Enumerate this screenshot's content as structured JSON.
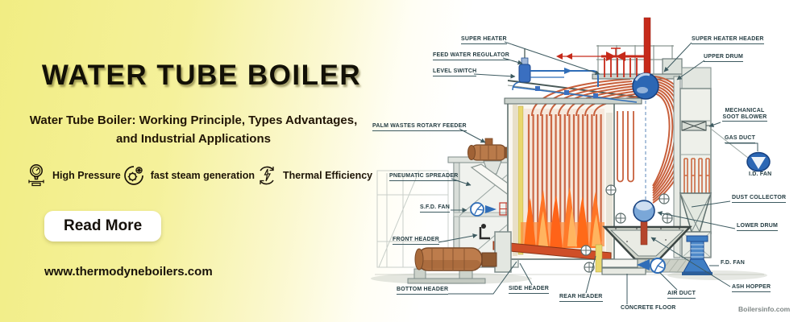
{
  "left_panel": {
    "title": "WATER TUBE BOILER",
    "subtitle_line1": "Water Tube Boiler: Working Principle, Types Advantages,",
    "subtitle_line2": "and Industrial Applications",
    "features": [
      {
        "icon": "pressure-gauge-icon",
        "label": "High Pressure"
      },
      {
        "icon": "steam-gear-icon",
        "label": "fast steam generation"
      },
      {
        "icon": "thermal-efficiency-icon",
        "label": "Thermal Efficiency"
      }
    ],
    "cta_label": "Read More",
    "website": "www.thermodyneboilers.com"
  },
  "diagram": {
    "labels": {
      "super_heater": "SUPER HEATER",
      "feed_water_regulator": "FEED WATER REGULATOR",
      "level_switch": "LEVEL SWITCH",
      "palm_wastes_rotary_feeder": "PALM WASTES ROTARY FEEDER",
      "pneumatic_spreader": "PNEUMATIC SPREADER",
      "sfd_fan": "S.F.D. FAN",
      "front_header": "FRONT HEADER",
      "bottom_header": "BOTTOM HEADER",
      "side_header": "SIDE HEADER",
      "rear_header": "REAR HEADER",
      "concrete_floor": "CONCRETE FLOOR",
      "air_duct": "AIR DUCT",
      "super_heater_header": "SUPER HEATER HEADER",
      "upper_drum": "UPPER DRUM",
      "mechanical_soot_blower_line1": "MECHANICAL",
      "mechanical_soot_blower_line2": "SOOT BLOWER",
      "gas_duct": "GAS DUCT",
      "id_fan": "I.D. FAN",
      "dust_collector": "DUST COLLECTOR",
      "lower_drum": "LOWER DRUM",
      "fd_fan": "F.D. FAN",
      "ash_hopper": "ASH HOPPER"
    },
    "watermark": "Boilersinfo.com"
  },
  "colors": {
    "banner_yellow": "#f1ed83",
    "tube_orange": "#c8603c",
    "flame_orange": "#ff6a18",
    "drum_blue": "#2c67b4",
    "label_teal": "#243c42"
  }
}
